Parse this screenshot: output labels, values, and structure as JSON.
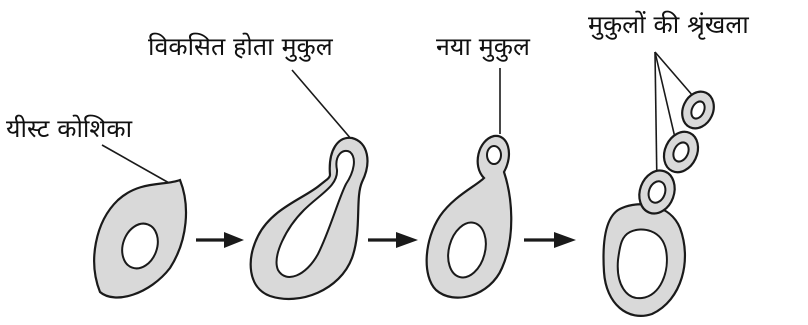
{
  "labels": {
    "yeast_cell": "यीस्ट कोशिका",
    "developing_bud": "विकसित होता मुकुल",
    "new_bud": "नया मुकुल",
    "bud_chain": "मुकुलों की श्रृंखला"
  },
  "colors": {
    "cytoplasm": "#d9d9d9",
    "outline": "#1a1a1a",
    "nucleus": "#ffffff"
  }
}
